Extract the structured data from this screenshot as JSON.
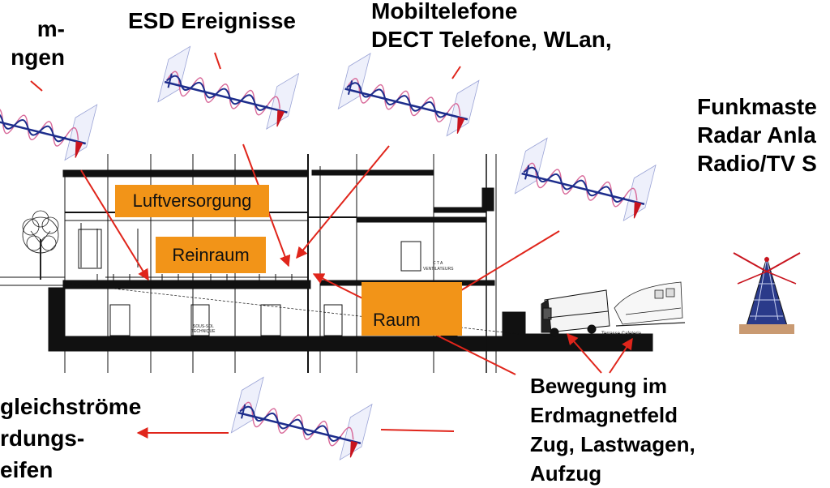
{
  "labels": {
    "top_left": [
      "m-",
      "ngen"
    ],
    "esd": "ESD Ereignisse",
    "mobile": [
      "Mobiltelefone",
      "DECT Telefone, WLan,"
    ],
    "funk": [
      "Funkmaste",
      "Radar Anla",
      "Radio/TV S"
    ],
    "bottom_left": [
      "gleichströme",
      "rdungs-",
      "eifen"
    ],
    "bewegung": [
      "Bewegung im",
      "Erdmagnetfeld",
      "Zug, Lastwagen,",
      "Aufzug"
    ]
  },
  "rooms": {
    "luft": "Luftversorgung",
    "rein": "Reinraum",
    "raum": "Raum"
  },
  "plan_texts": {
    "cta": "C T A",
    "ventil": "VENTILATEURS",
    "sous_sol": "SOUS-SOL",
    "technique": "TECHNIQUE",
    "terrasse": "Terrasse Cafeteria"
  },
  "colors": {
    "room_fill": "#f29418",
    "arrow": "#e0251b",
    "wave_blue": "#1d2d8c",
    "wave_pink": "#d86a9a",
    "wave_red": "#c8141e"
  }
}
